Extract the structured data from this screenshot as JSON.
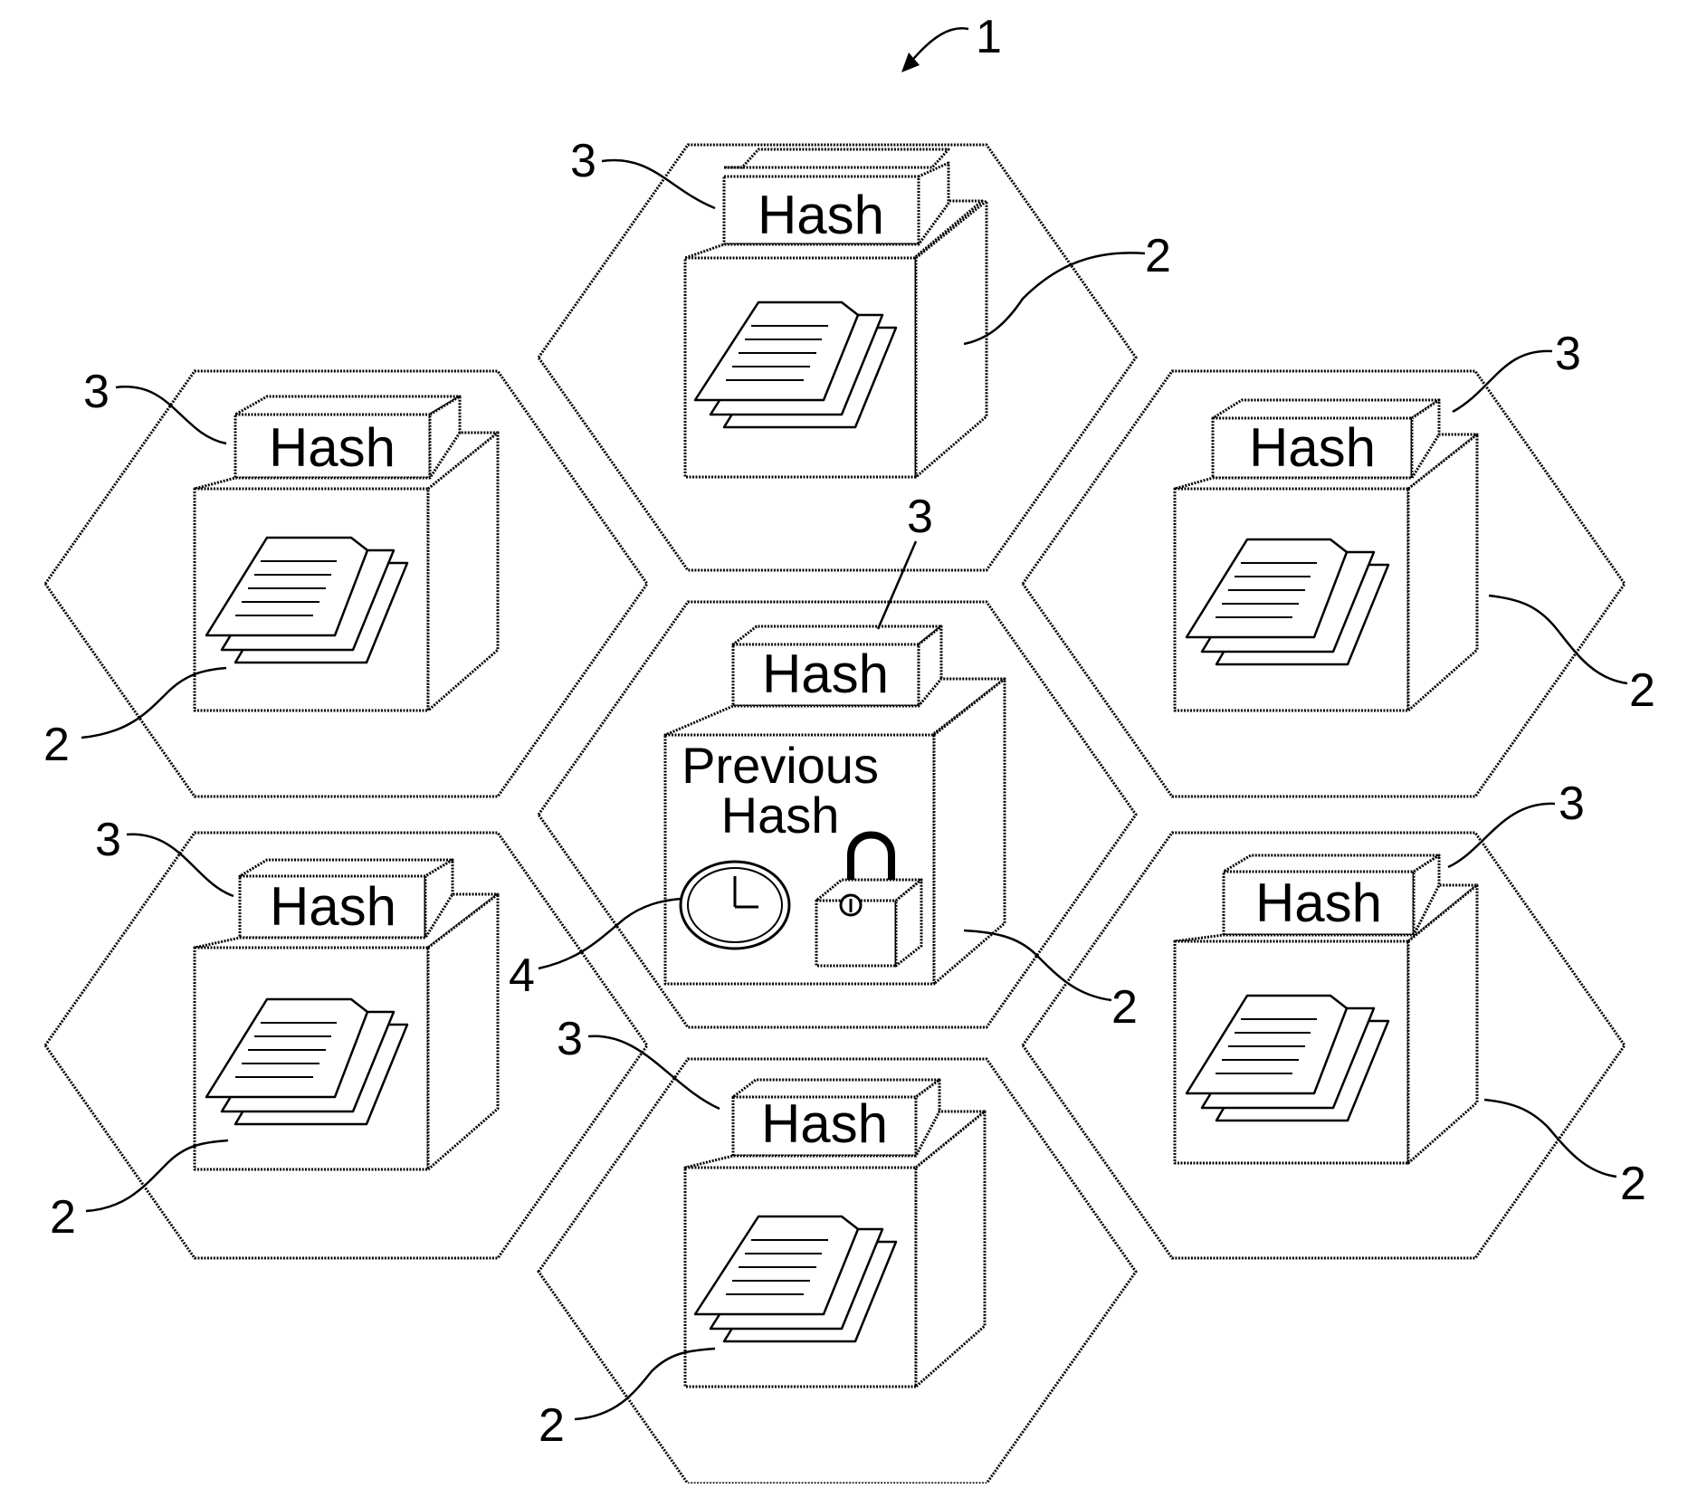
{
  "figure_ref": "1",
  "blocks": [
    {
      "id": "top",
      "hash_label": "Hash",
      "hash_ref": "3",
      "block_ref": "2",
      "content": "documents-icon"
    },
    {
      "id": "upper-left",
      "hash_label": "Hash",
      "hash_ref": "3",
      "block_ref": "2",
      "content": "documents-icon"
    },
    {
      "id": "upper-right",
      "hash_label": "Hash",
      "hash_ref": "3",
      "block_ref": "2",
      "content": "documents-icon"
    },
    {
      "id": "center",
      "hash_label": "Hash",
      "hash_ref": "3",
      "block_ref": "2",
      "previous_hash_line1": "Previous",
      "previous_hash_line2": "Hash",
      "clock_ref": "4",
      "content": "clock-icon, padlock-icon"
    },
    {
      "id": "lower-left",
      "hash_label": "Hash",
      "hash_ref": "3",
      "block_ref": "2",
      "content": "documents-icon"
    },
    {
      "id": "lower-right",
      "hash_label": "Hash",
      "hash_ref": "3",
      "block_ref": "2",
      "content": "documents-icon"
    },
    {
      "id": "bottom",
      "hash_label": "Hash",
      "hash_ref": "3",
      "block_ref": "2",
      "content": "documents-icon"
    }
  ]
}
